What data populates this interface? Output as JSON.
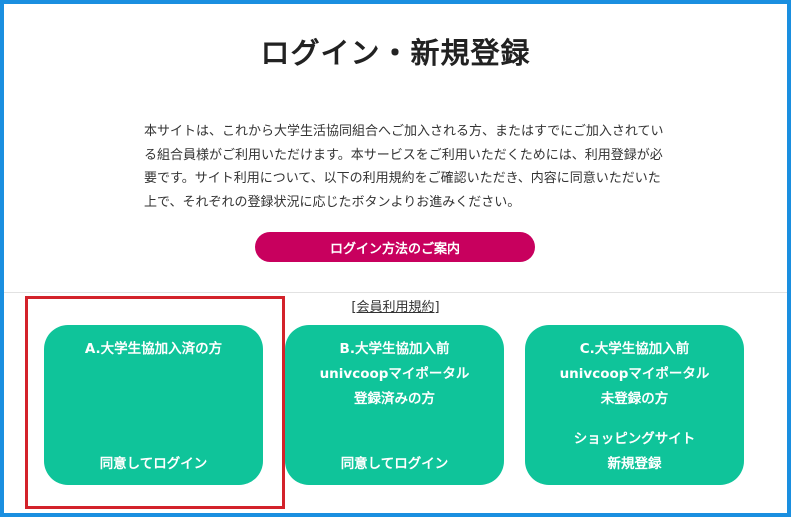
{
  "page": {
    "title": "ログイン・新規登録",
    "intro": "本サイトは、これから大学生活協同組合へご加入される方、またはすでにご加入されている組合員様がご利用いただけます。本サービスをご利用いただくためには、利用登録が必要です。サイト利用について、以下の利用規約をご確認いただき、内容に同意いただいた上で、それぞれの登録状況に応じたボタンよりお進みください。",
    "guide_button_label": "ログイン方法のご案内",
    "terms": {
      "open": "[",
      "link_label": "会員利用規約",
      "close": "]"
    }
  },
  "cards": [
    {
      "title_lines": [
        "A.大学生協加入済の方"
      ],
      "action_lines": [
        "同意してログイン"
      ]
    },
    {
      "title_lines": [
        "B.大学生協加入前",
        "univcoopマイポータル",
        "登録済みの方"
      ],
      "action_lines": [
        "同意してログイン"
      ]
    },
    {
      "title_lines": [
        "C.大学生協加入前",
        "univcoopマイポータル",
        "未登録の方"
      ],
      "action_lines": [
        "ショッピングサイト",
        "新規登録"
      ]
    }
  ],
  "colors": {
    "frame_border": "#1a8fe0",
    "accent_magenta": "#c8005e",
    "card_green": "#0fc49a",
    "highlight_red": "#d3222a"
  }
}
